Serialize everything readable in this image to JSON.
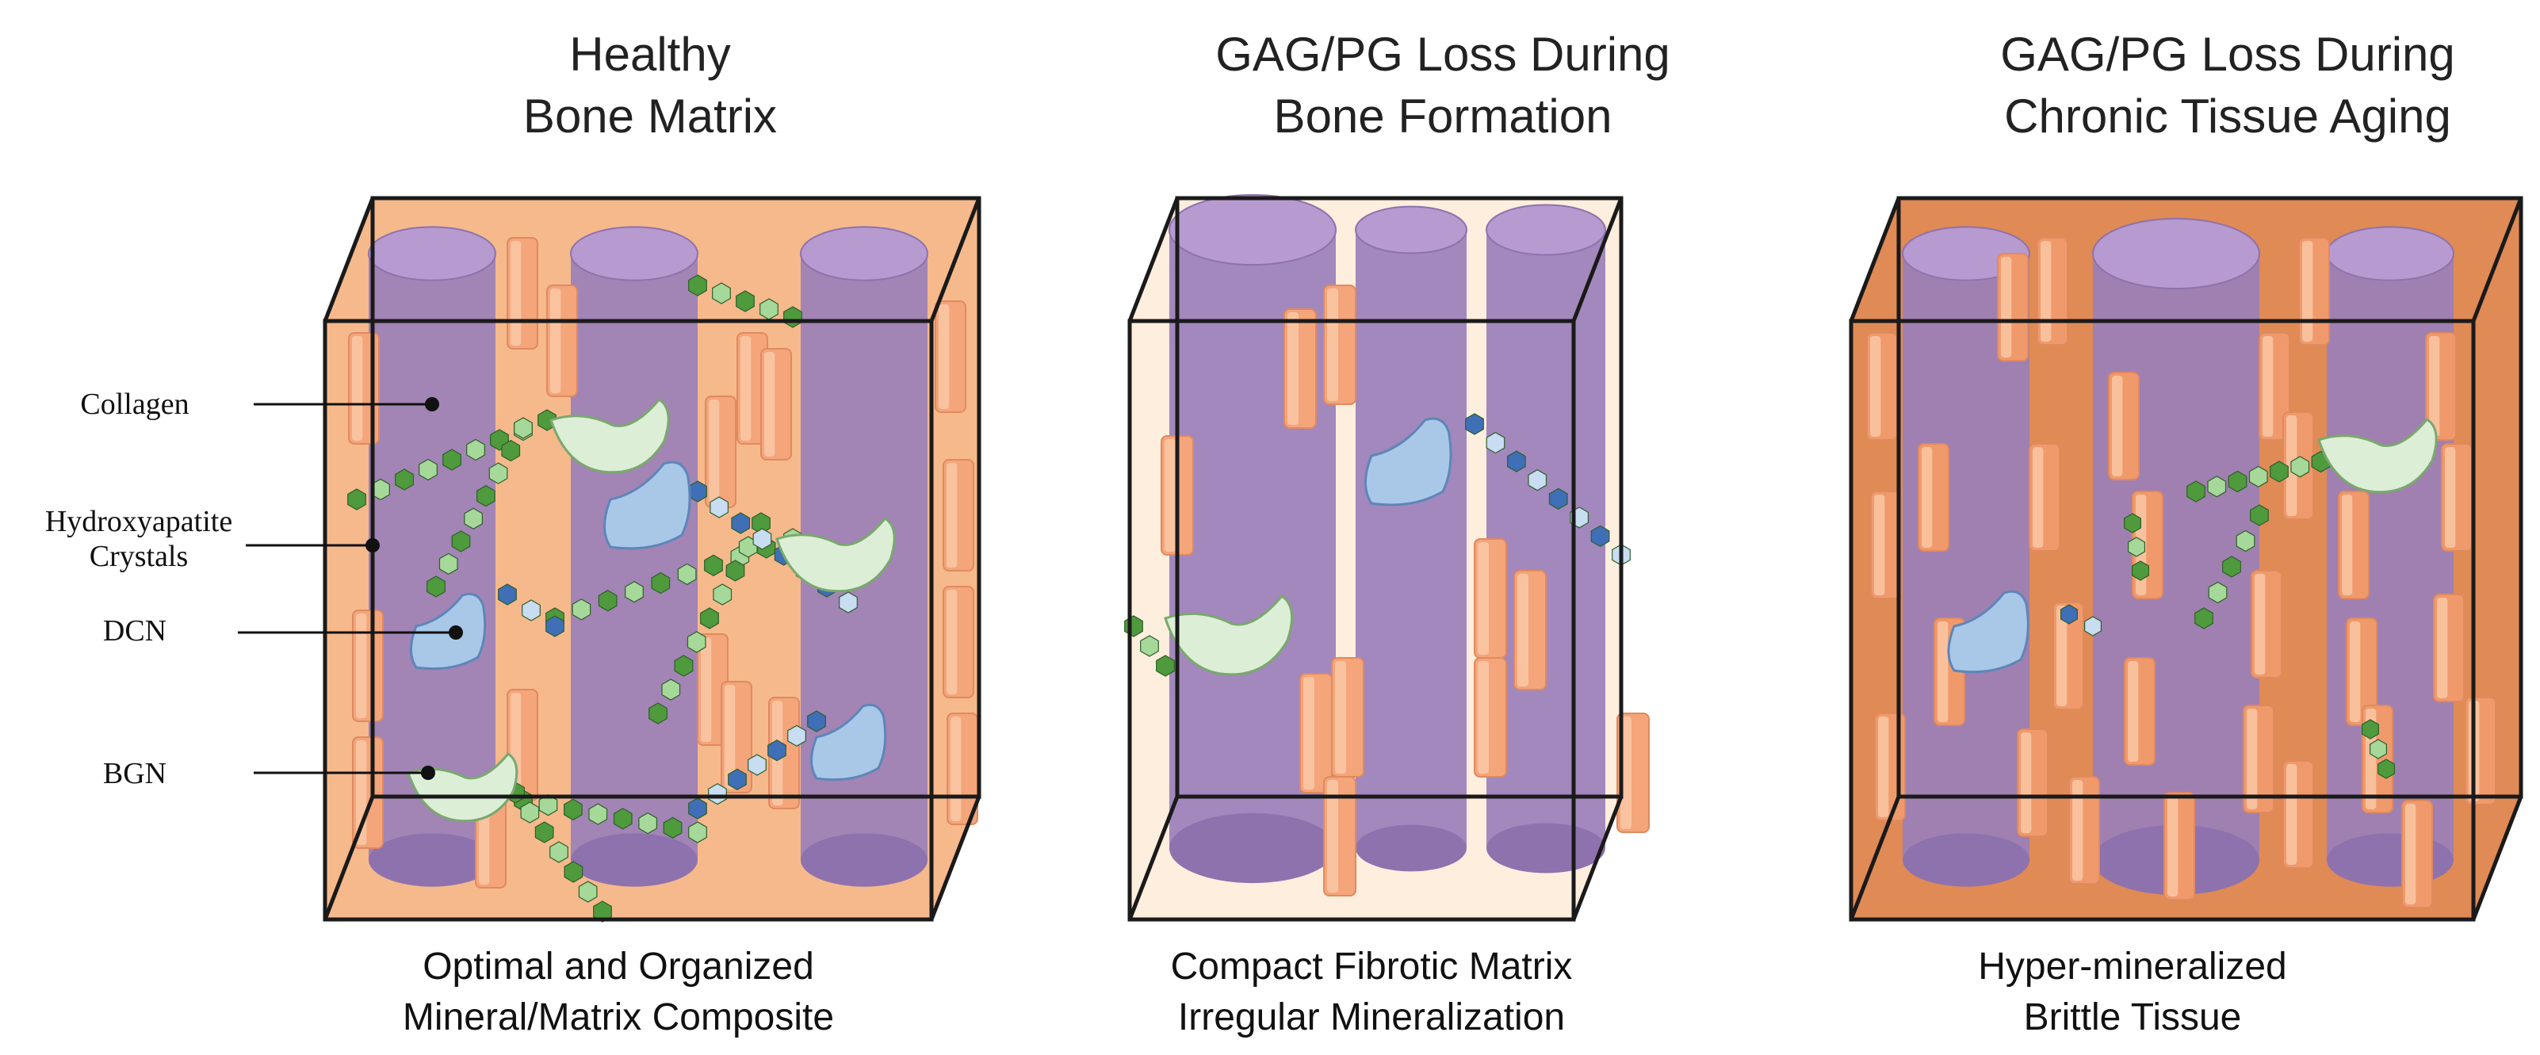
{
  "panels": [
    {
      "title": "Healthy\nBone Matrix",
      "caption": "Optimal and Organized\nMineral/Matrix Composite",
      "colors": {
        "matrix_bg": "#f6b98c",
        "collagen": "#9a7fb8",
        "crystal": "#f4a57a"
      }
    },
    {
      "title": "GAG/PG Loss During\nBone Formation",
      "caption": "Compact Fibrotic Matrix\nIrregular Mineralization",
      "colors": {
        "matrix_bg": "#fdeedd",
        "collagen": "#9a7fb8",
        "crystal": "#f4a57a"
      }
    },
    {
      "title": "GAG/PG Loss During\nChronic Tissue Aging",
      "caption": "Hyper-mineralized\nBrittle Tissue",
      "colors": {
        "matrix_bg": "#e08a55",
        "collagen": "#9a7fb8",
        "crystal": "#f09a6c"
      }
    }
  ],
  "legend": {
    "collagen": "Collagen",
    "hydroxyapatite": "Hydroxyapatite\nCrystals",
    "dcn": "DCN",
    "bgn": "BGN"
  },
  "colors": {
    "dcn_protein": "#a9c8e8",
    "bgn_protein": "#dcefd6",
    "gag_dark_green": "#4f9a3c",
    "gag_light_green": "#a6d89a",
    "gag_dark_blue": "#3f6fb7",
    "gag_light_blue": "#c8dcf2",
    "outline": "#1a1a1a"
  }
}
